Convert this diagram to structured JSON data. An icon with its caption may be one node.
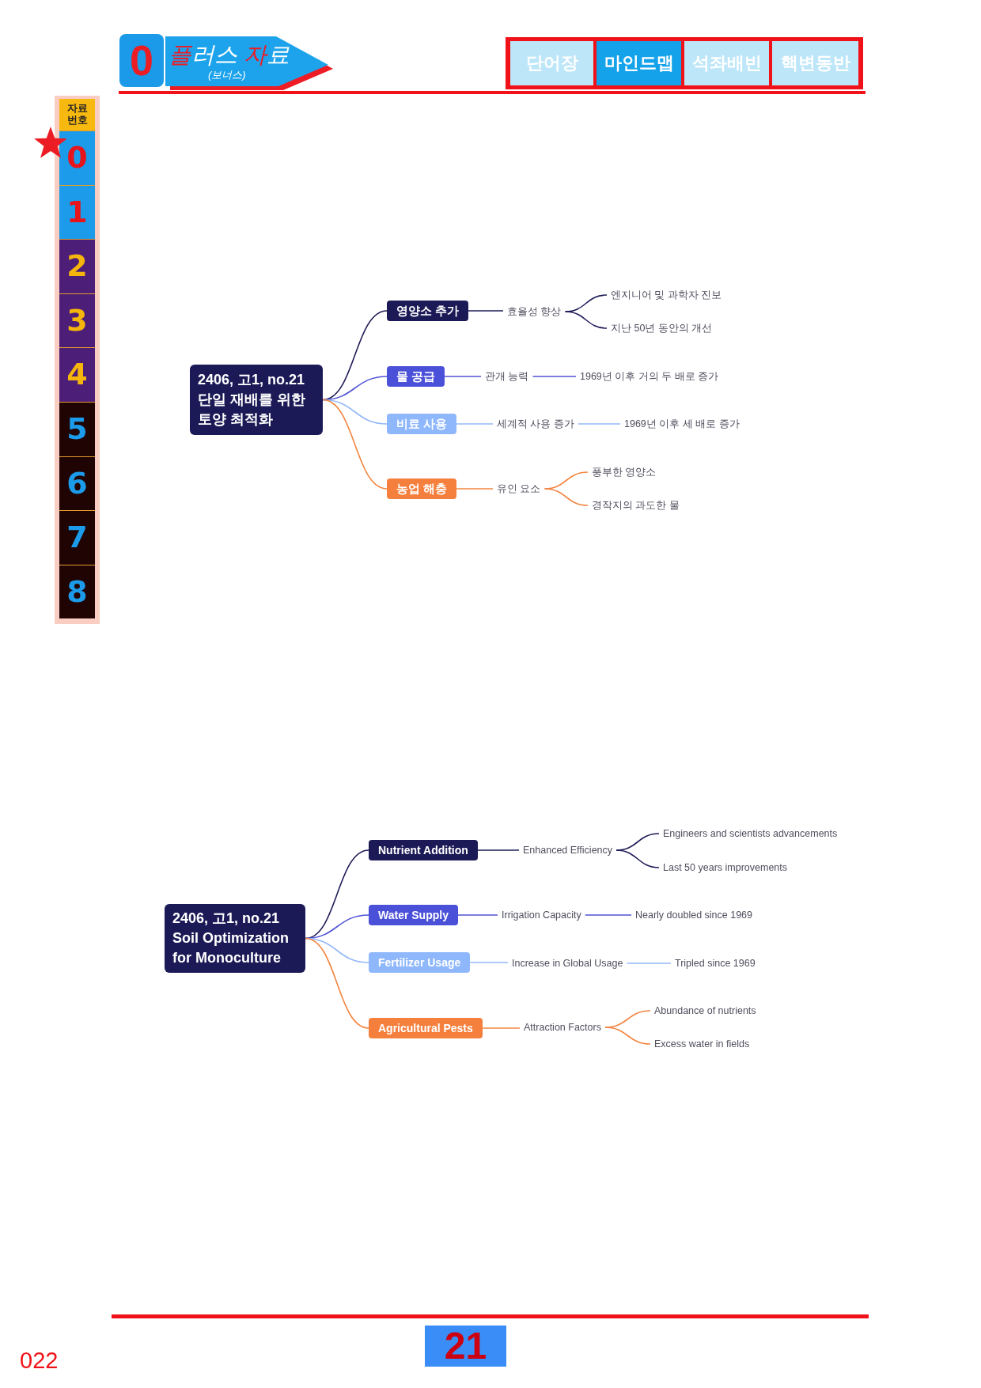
{
  "diagram": {
    "nodes": [
      {
        "text": [
          "2406, 고1, no.21",
          "단일 재배를 위한 토양 최적화"
        ]
      },
      {
        "text": [
          "영양소 추가"
        ]
      },
      {
        "text": [
          "효율성 향상"
        ]
      },
      {
        "text": [
          "엔지니어 및 과학자 진보"
        ]
      },
      {
        "text": [
          "지난 50년 동안의 개선"
        ]
      },
      {
        "text": [
          "물 공급"
        ]
      },
      {
        "text": [
          "관개 능력"
        ]
      },
      {
        "text": [
          "1969년 이후 거의 두 배로 증가"
        ]
      },
      {
        "text": [
          "비료 사용"
        ]
      },
      {
        "text": [
          "세계적 사용 증가"
        ]
      },
      {
        "text": [
          "1969년 이후 세 배로 증가"
        ]
      },
      {
        "text": [
          "농업 해충"
        ]
      },
      {
        "text": [
          "유인 요소"
        ]
      },
      {
        "text": [
          "풍부한 영양소"
        ]
      },
      {
        "text": [
          "경작지의 과도한 물"
        ]
      },
      {
        "text": [
          "2406, 고1, no.21",
          "Soil Optimization for Monoculture"
        ]
      },
      {
        "text": [
          "Nutrient Addition"
        ]
      },
      {
        "text": [
          "Enhanced Efficiency"
        ]
      },
      {
        "text": [
          "Engineers and scientists advancements"
        ]
      },
      {
        "text": [
          "Last 50 years improvements"
        ]
      },
      {
        "text": [
          "Water Supply"
        ]
      },
      {
        "text": [
          "Irrigation Capacity"
        ]
      },
      {
        "text": [
          "Nearly doubled since 1969"
        ]
      },
      {
        "text": [
          "Fertilizer Usage"
        ]
      },
      {
        "text": [
          "Increase in Global Usage"
        ]
      },
      {
        "text": [
          "Tripled since 1969"
        ]
      },
      {
        "text": [
          "Agricultural Pests"
        ]
      },
      {
        "text": [
          "Attraction Factors"
        ]
      },
      {
        "text": [
          "Abundance of nutrients"
        ]
      },
      {
        "text": [
          "Excess water in fields"
        ]
      }
    ],
    "edges": [
      {
        "from": 0,
        "to": 1,
        "arrow": "none",
        "color": "#1e1b57"
      },
      {
        "from": 1,
        "to": 2,
        "arrow": "none",
        "color": "#1e1b57"
      },
      {
        "from": 2,
        "to": 3,
        "arrow": "none",
        "color": "#1e1b57"
      },
      {
        "from": 2,
        "to": 4,
        "arrow": "none",
        "color": "#1e1b57"
      },
      {
        "from": 0,
        "to": 5,
        "arrow": "none",
        "color": "#4f52d6"
      },
      {
        "from": 5,
        "to": 6,
        "arrow": "none",
        "color": "#4f52d6"
      },
      {
        "from": 6,
        "to": 7,
        "arrow": "none",
        "color": "#4f52d6"
      },
      {
        "from": 0,
        "to": 8,
        "arrow": "none",
        "color": "#93b8f8"
      },
      {
        "from": 8,
        "to": 9,
        "arrow": "none",
        "color": "#93b8f8"
      },
      {
        "from": 9,
        "to": 10,
        "arrow": "none",
        "color": "#93b8f8"
      },
      {
        "from": 0,
        "to": 11,
        "arrow": "none",
        "color": "#f4843f"
      },
      {
        "from": 11,
        "to": 12,
        "arrow": "none",
        "color": "#f4843f"
      },
      {
        "from": 12,
        "to": 13,
        "arrow": "none",
        "color": "#f4843f"
      },
      {
        "from": 12,
        "to": 14,
        "arrow": "none",
        "color": "#f4843f"
      },
      {
        "from": 15,
        "to": 16,
        "arrow": "none",
        "color": "#1e1b57"
      },
      {
        "from": 16,
        "to": 17,
        "arrow": "none",
        "color": "#1e1b57"
      },
      {
        "from": 17,
        "to": 18,
        "arrow": "none",
        "color": "#1e1b57"
      },
      {
        "from": 17,
        "to": 19,
        "arrow": "none",
        "color": "#1e1b57"
      },
      {
        "from": 15,
        "to": 20,
        "arrow": "none",
        "color": "#4f52d6"
      },
      {
        "from": 20,
        "to": 21,
        "arrow": "none",
        "color": "#4f52d6"
      },
      {
        "from": 21,
        "to": 22,
        "arrow": "none",
        "color": "#4f52d6"
      },
      {
        "from": 15,
        "to": 23,
        "arrow": "none",
        "color": "#93b8f8"
      },
      {
        "from": 23,
        "to": 24,
        "arrow": "none",
        "color": "#93b8f8"
      },
      {
        "from": 24,
        "to": 25,
        "arrow": "none",
        "color": "#93b8f8"
      },
      {
        "from": 15,
        "to": 26,
        "arrow": "none",
        "color": "#f4843f"
      },
      {
        "from": 26,
        "to": 27,
        "arrow": "none",
        "color": "#f4843f"
      },
      {
        "from": 27,
        "to": 28,
        "arrow": "none",
        "color": "#f4843f"
      },
      {
        "from": 27,
        "to": 29,
        "arrow": "none",
        "color": "#f4843f"
      }
    ],
    "labels": [
      "0",
      "플러스 자료",
      "(보너스)",
      "단어장",
      "마인드맵",
      "석좌배빈",
      "핵변동반",
      "자료 번호",
      "0",
      "1",
      "2",
      "3",
      "4",
      "5",
      "6",
      "7",
      "8",
      "21",
      "022"
    ]
  }
}
